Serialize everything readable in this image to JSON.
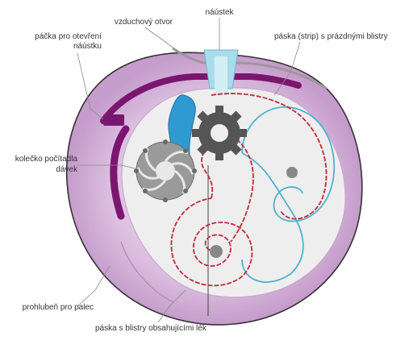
{
  "labels": {
    "air_vent": "vzduchový otvor",
    "mouthpiece": "náústek",
    "lever": "páčka pro otevření\nnáústku",
    "strip_empty": "páska (strip) s prázdnými blistry",
    "counter_line1": "kolečko počítadla",
    "counter_line2": "dávek",
    "thumb_grip": "prohlubeň pro palec",
    "strip_full": "páska s blistry obsahujícími lék"
  },
  "colors": {
    "body_outer": "#c9a6cf",
    "body_mid": "#e3c8e6",
    "body_inner": "#eeeeee",
    "lever": "#7a1670",
    "mouthpiece": "#a9dceb",
    "slider": "#2f9ad2",
    "gear": "#555555",
    "gear_light": "#9a9a9a",
    "strip_empty": "#4fb2cf",
    "strip_full": "#c22a3c",
    "outline": "#333333"
  }
}
